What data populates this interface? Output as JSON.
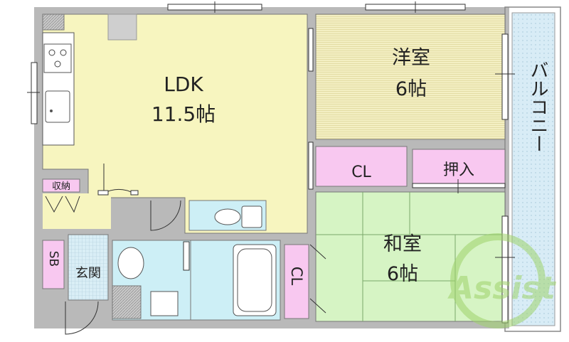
{
  "rooms": {
    "ldk": {
      "name": "LDK",
      "size": "11.5帖"
    },
    "western": {
      "name": "洋室",
      "size": "6帖"
    },
    "japanese": {
      "name": "和室",
      "size": "6帖"
    },
    "cl_upper": {
      "name": "CL"
    },
    "oshiire": {
      "name": "押入"
    },
    "cl_vertical": {
      "name": "CL"
    },
    "shuno": {
      "name": "収納"
    },
    "sb": {
      "name": "SB"
    },
    "genkan": {
      "name": "玄関"
    },
    "balcony": {
      "name": "バルコニー"
    }
  },
  "watermark": {
    "text": "Assist"
  },
  "colors": {
    "ldk": "#f7f5bf",
    "western": "#f3efc3",
    "japanese": "#d6f4c4",
    "closet": "#f8c8f0",
    "wet": "#cdeff6",
    "balcony": "#d8ecf6",
    "wall": "#b9b9b9",
    "watermark": "#9fd36b"
  }
}
